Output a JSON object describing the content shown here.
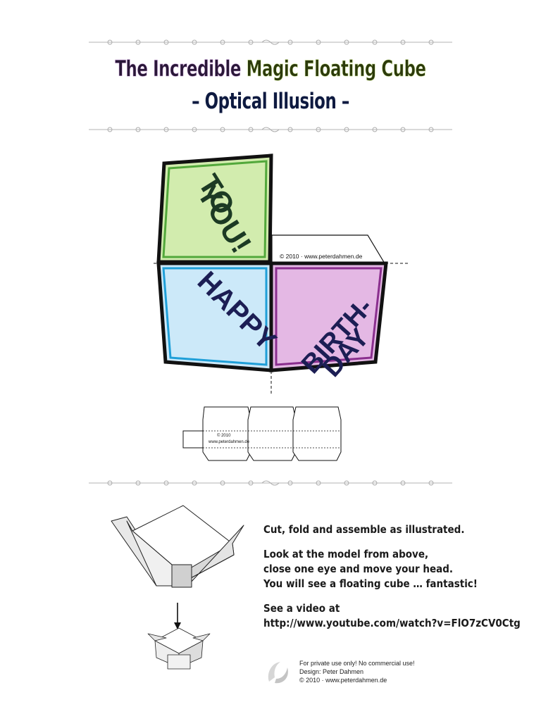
{
  "title": {
    "part1": "The Incredible ",
    "part2": "Magic Floating Cube",
    "subtitle": "– Optical Illusion –"
  },
  "net": {
    "face_top": {
      "line1": "TO",
      "line2": "YOU!"
    },
    "face_left": {
      "line1": "HAPPY"
    },
    "face_right": {
      "line1": "BIRTH-",
      "line2": "DAY"
    },
    "copyright": "© 2010 · www.peterdahmen.de"
  },
  "strip": {
    "line1": "© 2010",
    "line2": "www.peterdahmen.de"
  },
  "instructions": {
    "p1": "Cut, fold and assemble as illustrated.",
    "p2": [
      "Look at the model from above,",
      "close one eye and move your head.",
      "You will see a floating cube … fantastic!"
    ],
    "p3": [
      "See a video at",
      "http://www.youtube.com/watch?v=FlO7zCV0Ctg"
    ]
  },
  "note": {
    "line1": "For private use only! No commercial use!",
    "line2": "Design: Peter Dahmen",
    "line3": "© 2010 · www.peterdahmen.de"
  },
  "colors": {
    "green_face": "#d2ecae",
    "green_border": "#52a83b",
    "blue_face": "#cce9f9",
    "blue_border": "#1f9fd8",
    "purple_face": "#e4b8e4",
    "purple_border": "#8a2e8e",
    "text_dark": "#1c1e54"
  }
}
